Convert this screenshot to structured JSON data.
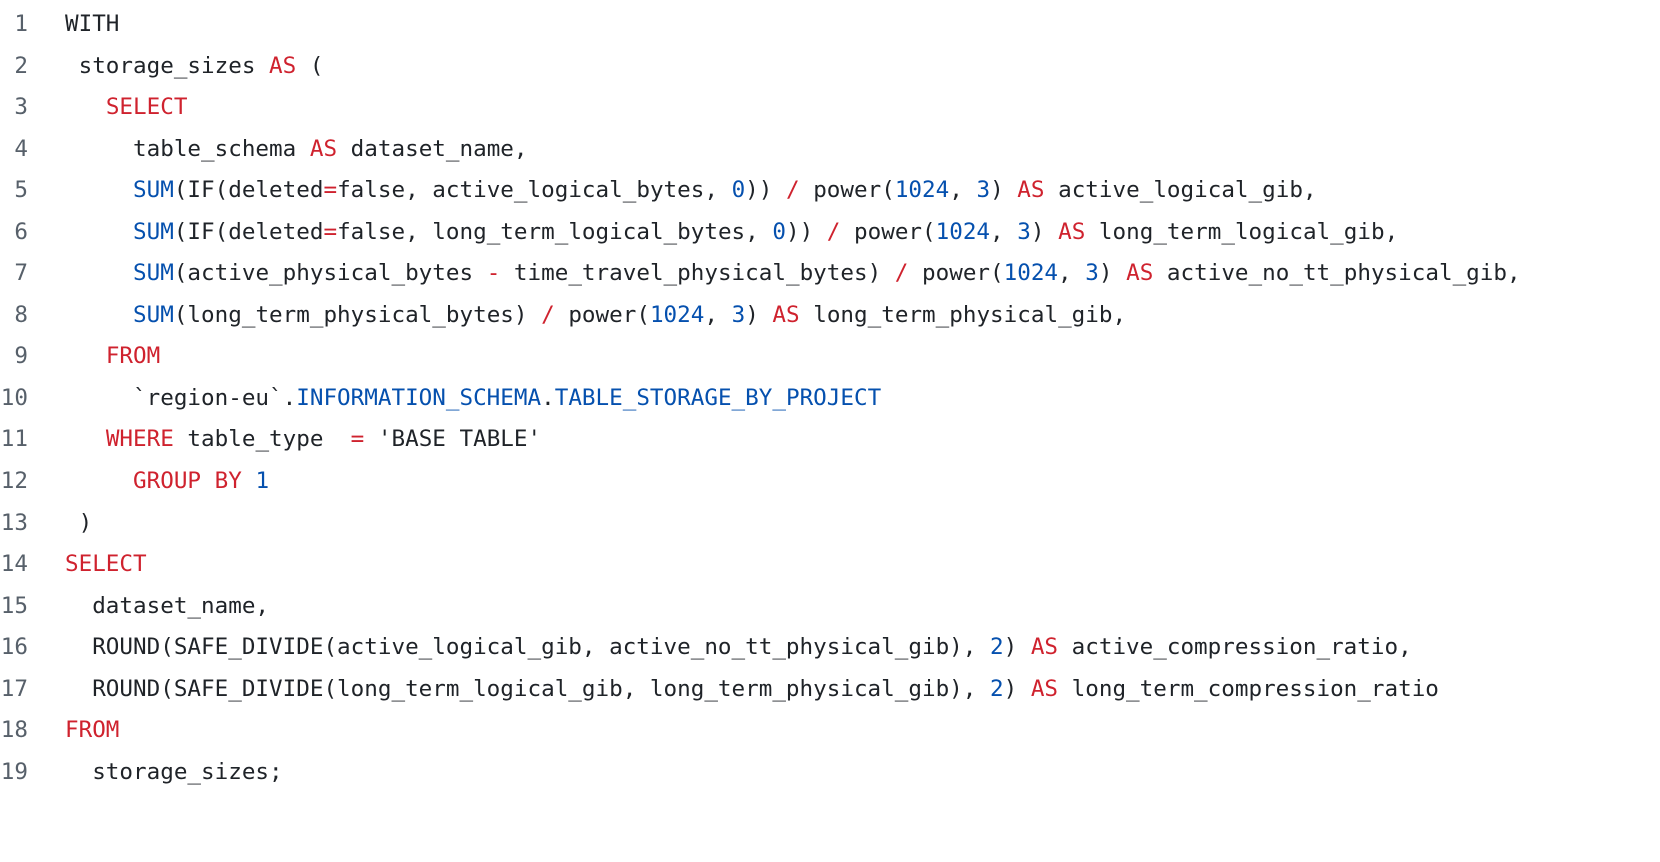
{
  "colors": {
    "keyword": "#cf222e",
    "number": "#0550ae",
    "text": "#1f2328",
    "line_number": "#57606a"
  },
  "code": {
    "lines": [
      {
        "n": "1",
        "t": [
          [
            "WITH",
            "p"
          ]
        ]
      },
      {
        "n": "2",
        "t": [
          [
            " storage_sizes ",
            "p"
          ],
          [
            "AS",
            "kw"
          ],
          [
            " (",
            "p"
          ]
        ]
      },
      {
        "n": "3",
        "t": [
          [
            "   ",
            "p"
          ],
          [
            "SELECT",
            "kw"
          ]
        ]
      },
      {
        "n": "4",
        "t": [
          [
            "     table_schema ",
            "p"
          ],
          [
            "AS",
            "kw"
          ],
          [
            " dataset_name,",
            "p"
          ]
        ]
      },
      {
        "n": "5",
        "t": [
          [
            "     ",
            "p"
          ],
          [
            "SUM",
            "fn"
          ],
          [
            "(IF(deleted",
            "p"
          ],
          [
            "=",
            "kw"
          ],
          [
            "false, active_logical_bytes, ",
            "p"
          ],
          [
            "0",
            "num"
          ],
          [
            ")) ",
            "p"
          ],
          [
            "/",
            "kw"
          ],
          [
            " power(",
            "p"
          ],
          [
            "1024",
            "num"
          ],
          [
            ", ",
            "p"
          ],
          [
            "3",
            "num"
          ],
          [
            ") ",
            "p"
          ],
          [
            "AS",
            "kw"
          ],
          [
            " active_logical_gib,",
            "p"
          ]
        ]
      },
      {
        "n": "6",
        "t": [
          [
            "     ",
            "p"
          ],
          [
            "SUM",
            "fn"
          ],
          [
            "(IF(deleted",
            "p"
          ],
          [
            "=",
            "kw"
          ],
          [
            "false, long_term_logical_bytes, ",
            "p"
          ],
          [
            "0",
            "num"
          ],
          [
            ")) ",
            "p"
          ],
          [
            "/",
            "kw"
          ],
          [
            " power(",
            "p"
          ],
          [
            "1024",
            "num"
          ],
          [
            ", ",
            "p"
          ],
          [
            "3",
            "num"
          ],
          [
            ") ",
            "p"
          ],
          [
            "AS",
            "kw"
          ],
          [
            " long_term_logical_gib,",
            "p"
          ]
        ]
      },
      {
        "n": "7",
        "t": [
          [
            "     ",
            "p"
          ],
          [
            "SUM",
            "fn"
          ],
          [
            "(active_physical_bytes ",
            "p"
          ],
          [
            "-",
            "kw"
          ],
          [
            " time_travel_physical_bytes) ",
            "p"
          ],
          [
            "/",
            "kw"
          ],
          [
            " power(",
            "p"
          ],
          [
            "1024",
            "num"
          ],
          [
            ", ",
            "p"
          ],
          [
            "3",
            "num"
          ],
          [
            ") ",
            "p"
          ],
          [
            "AS",
            "kw"
          ],
          [
            " active_no_tt_physical_gib,",
            "p"
          ]
        ]
      },
      {
        "n": "8",
        "t": [
          [
            "     ",
            "p"
          ],
          [
            "SUM",
            "fn"
          ],
          [
            "(long_term_physical_bytes) ",
            "p"
          ],
          [
            "/",
            "kw"
          ],
          [
            " power(",
            "p"
          ],
          [
            "1024",
            "num"
          ],
          [
            ", ",
            "p"
          ],
          [
            "3",
            "num"
          ],
          [
            ") ",
            "p"
          ],
          [
            "AS",
            "kw"
          ],
          [
            " long_term_physical_gib,",
            "p"
          ]
        ]
      },
      {
        "n": "9",
        "t": [
          [
            "   ",
            "p"
          ],
          [
            "FROM",
            "kw"
          ]
        ]
      },
      {
        "n": "10",
        "t": [
          [
            "     `region-eu`.",
            "p"
          ],
          [
            "INFORMATION_SCHEMA",
            "fn"
          ],
          [
            ".",
            "p"
          ],
          [
            "TABLE_STORAGE_BY_PROJECT",
            "fn"
          ]
        ]
      },
      {
        "n": "11",
        "t": [
          [
            "   ",
            "p"
          ],
          [
            "WHERE",
            "kw"
          ],
          [
            " table_type  ",
            "p"
          ],
          [
            "=",
            "kw"
          ],
          [
            " 'BASE TABLE'",
            "p"
          ]
        ]
      },
      {
        "n": "12",
        "t": [
          [
            "     ",
            "p"
          ],
          [
            "GROUP BY",
            "kw"
          ],
          [
            " ",
            "p"
          ],
          [
            "1",
            "num"
          ]
        ]
      },
      {
        "n": "13",
        "t": [
          [
            " )",
            "p"
          ]
        ]
      },
      {
        "n": "14",
        "t": [
          [
            "SELECT",
            "kw"
          ]
        ]
      },
      {
        "n": "15",
        "t": [
          [
            "  dataset_name,",
            "p"
          ]
        ]
      },
      {
        "n": "16",
        "t": [
          [
            "  ROUND(SAFE_DIVIDE(active_logical_gib, active_no_tt_physical_gib), ",
            "p"
          ],
          [
            "2",
            "num"
          ],
          [
            ") ",
            "p"
          ],
          [
            "AS",
            "kw"
          ],
          [
            " active_compression_ratio,",
            "p"
          ]
        ]
      },
      {
        "n": "17",
        "t": [
          [
            "  ROUND(SAFE_DIVIDE(long_term_logical_gib, long_term_physical_gib), ",
            "p"
          ],
          [
            "2",
            "num"
          ],
          [
            ") ",
            "p"
          ],
          [
            "AS",
            "kw"
          ],
          [
            " long_term_compression_ratio",
            "p"
          ]
        ]
      },
      {
        "n": "18",
        "t": [
          [
            "FROM",
            "kw"
          ]
        ]
      },
      {
        "n": "19",
        "t": [
          [
            "  storage_sizes;",
            "p"
          ]
        ]
      }
    ]
  }
}
